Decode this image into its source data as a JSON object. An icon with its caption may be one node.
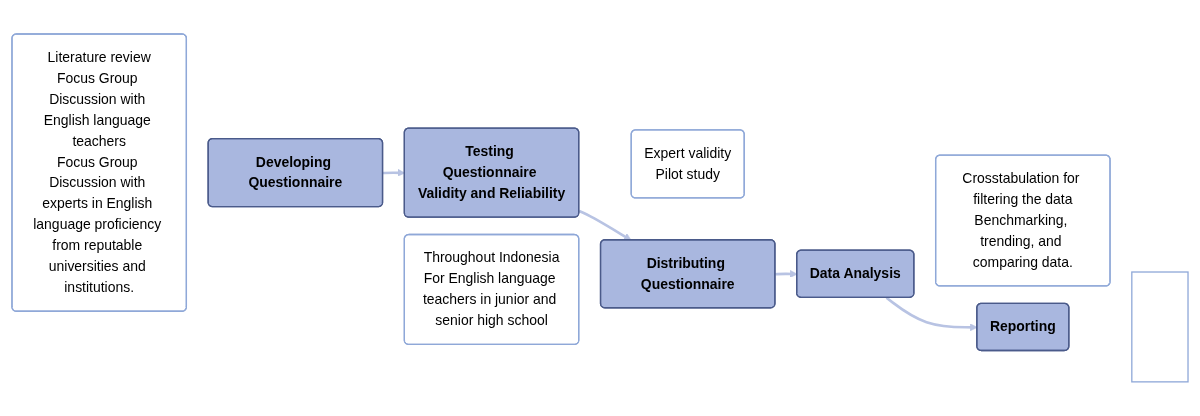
{
  "diagram": {
    "nodes": [
      {
        "text": [
          "Literature review",
          "Focus Group Discussion with English language teachers",
          "Focus Group Discussion with experts in English language proficiency from reputable universities and institutions."
        ]
      },
      {
        "text": [
          "Developing Questionnaire"
        ]
      },
      {
        "text": [
          "Testing Questionnaire Validity and Reliability"
        ]
      },
      {
        "text": [
          "Expert validity",
          "Pilot study"
        ]
      },
      {
        "text": [
          "Throughout Indonesia",
          "For English language teachers in junior and senior high school"
        ]
      },
      {
        "text": [
          "Distributing Questionnaire"
        ]
      },
      {
        "text": [
          "Data Analysis"
        ]
      },
      {
        "text": [
          "Crosstabulation for filtering the data",
          "Benchmarking, trending, and comparing data."
        ]
      },
      {
        "text": [
          "Reporting"
        ]
      },
      {
        "text": [],
        "shape": "box"
      }
    ],
    "edges": [
      {
        "from": 1,
        "to": 2,
        "arrow": "to"
      },
      {
        "from": 2,
        "to": 5,
        "arrow": "to"
      },
      {
        "from": 5,
        "to": 6,
        "arrow": "to"
      },
      {
        "from": 6,
        "to": 8,
        "arrow": "to"
      }
    ]
  }
}
